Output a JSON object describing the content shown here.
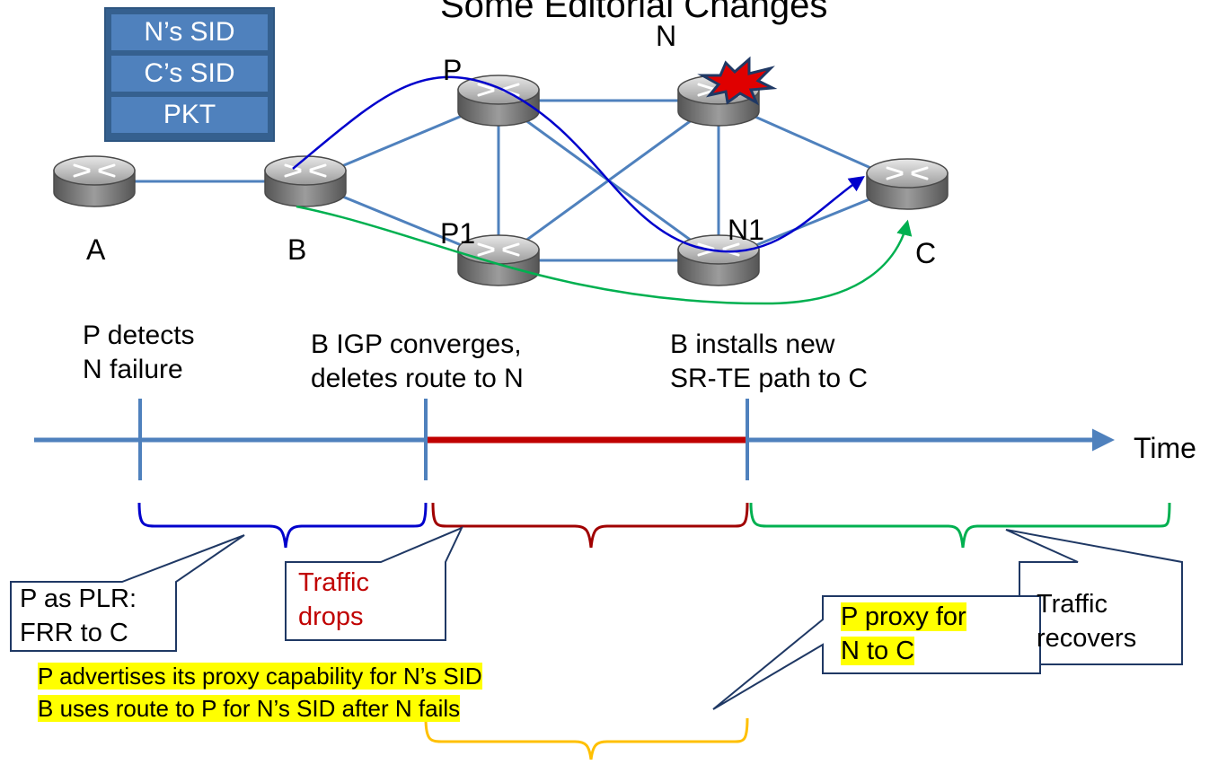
{
  "title": "Some Editorial Changes",
  "label_stack": [
    "N’s SID",
    "C’s SID",
    "PKT"
  ],
  "nodes": {
    "A": "A",
    "B": "B",
    "P": "P",
    "P1": "P1",
    "N": "N",
    "N1": "N1",
    "C": "C"
  },
  "timeline": {
    "axis_label": "Time",
    "events": [
      [
        "P detects",
        "N failure"
      ],
      [
        "B IGP converges,",
        "deletes route to N"
      ],
      [
        "B installs new",
        "SR-TE path to C"
      ]
    ]
  },
  "callouts": {
    "plr": [
      "P as PLR:",
      "FRR to C"
    ],
    "drops": [
      "Traffic",
      "drops"
    ],
    "recovers": [
      "Traffic",
      "recovers"
    ],
    "proxy": [
      "P proxy for",
      "N to C"
    ]
  },
  "notes": [
    "P advertises its proxy capability for N’s SID",
    "B uses route to P for N’s SID after N fails"
  ],
  "colors": {
    "link": "#4f81bd",
    "primary_path": "#0000cc",
    "backup_path": "#00b050",
    "drop_segment": "#c00000",
    "proxy_brace": "#ffc000",
    "router_body": "#7f7f7f",
    "failure_star": "#e00000",
    "highlight": "#ffff00"
  }
}
